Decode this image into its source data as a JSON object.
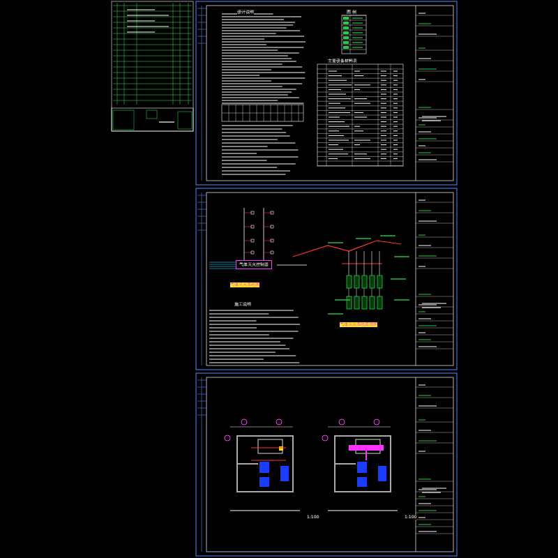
{
  "diagram": {
    "nodes": [
      {
        "text": [
          "气体灭火控制器"
        ]
      }
    ],
    "labels": [
      "设计说明",
      "图 例",
      "主要设备材料表",
      "施工说明",
      "气体灭火系统图",
      "气体灭火系统原理图",
      "1:100",
      "1:100"
    ]
  }
}
